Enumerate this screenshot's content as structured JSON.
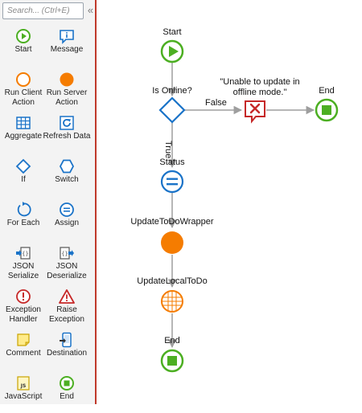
{
  "toolbox": {
    "search_placeholder": "Search... (Ctrl+E)",
    "collapse_icon": "chevron-double-left-icon",
    "tools": [
      {
        "id": "start",
        "label": "Start",
        "icon": "start-icon"
      },
      {
        "id": "message",
        "label": "Message",
        "icon": "message-icon"
      },
      {
        "id": "run-client-action",
        "label": "Run Client Action",
        "icon": "run-client-action-icon"
      },
      {
        "id": "run-server-action",
        "label": "Run Server Action",
        "icon": "run-server-action-icon"
      },
      {
        "id": "aggregate",
        "label": "Aggregate",
        "icon": "aggregate-icon"
      },
      {
        "id": "refresh-data",
        "label": "Refresh Data",
        "icon": "refresh-data-icon"
      },
      {
        "id": "if",
        "label": "If",
        "icon": "if-icon"
      },
      {
        "id": "switch",
        "label": "Switch",
        "icon": "switch-icon"
      },
      {
        "id": "for-each",
        "label": "For Each",
        "icon": "for-each-icon"
      },
      {
        "id": "assign",
        "label": "Assign",
        "icon": "assign-icon"
      },
      {
        "id": "json-serialize",
        "label": "JSON Serialize",
        "icon": "json-serialize-icon"
      },
      {
        "id": "json-deserialize",
        "label": "JSON Deserialize",
        "icon": "json-deserialize-icon"
      },
      {
        "id": "exception-handler",
        "label": "Exception Handler",
        "icon": "exception-handler-icon"
      },
      {
        "id": "raise-exception",
        "label": "Raise Exception",
        "icon": "raise-exception-icon"
      },
      {
        "id": "comment",
        "label": "Comment",
        "icon": "comment-icon"
      },
      {
        "id": "destination",
        "label": "Destination",
        "icon": "destination-icon"
      },
      {
        "id": "javascript",
        "label": "JavaScript",
        "icon": "javascript-icon"
      },
      {
        "id": "end",
        "label": "End",
        "icon": "end-icon"
      }
    ]
  },
  "flow": {
    "start_label": "Start",
    "if_label": "Is Online?",
    "false_label": "False",
    "true_label": "True",
    "message_text": "\"Unable to update in offline mode.\"",
    "end_top_label": "End",
    "status_label": "Status",
    "server_action_label": "UpdateToDoWrapper",
    "aggregate_label": "UpdateLocalToDo",
    "end_bottom_label": "End"
  },
  "colors": {
    "green": "#4caf22",
    "blue": "#1a73c8",
    "orange": "#f57c00",
    "red": "#c62828",
    "connector": "#9e9e9e",
    "divider": "#c0392b"
  }
}
